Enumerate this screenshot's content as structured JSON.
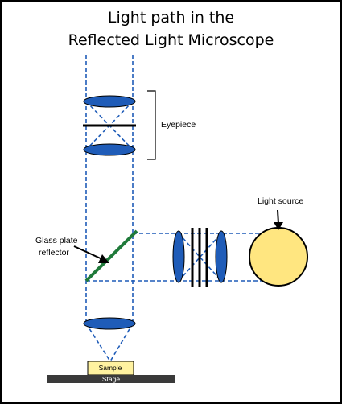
{
  "title_line1": "Light path in the",
  "title_line2": "Reflected Light Microscope",
  "labels": {
    "eyepiece": "Eyepiece",
    "light_source": "Light source",
    "glass_plate_line1": "Glass plate",
    "glass_plate_line2": "reflector",
    "sample": "Sample",
    "stage": "Stage"
  },
  "colors": {
    "lens_fill": "#1f5cb8",
    "beam": "#1f5cb8",
    "reflector": "#1f7a3a",
    "lamp_fill": "#ffe680",
    "sample_fill": "#fff2a0",
    "stage_fill": "#3a3a3a"
  }
}
